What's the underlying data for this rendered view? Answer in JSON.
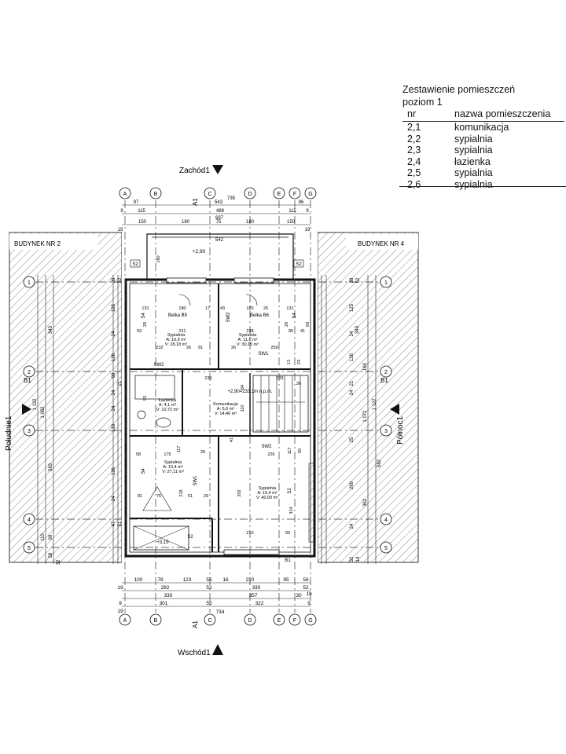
{
  "legend": {
    "title": "Zestawienie pomieszczeń",
    "subtitle": "poziom 1",
    "col_nr": "nr",
    "col_name": "nazwa pomieszczenia",
    "rows": [
      {
        "nr": "2,1",
        "name": "komunikacja"
      },
      {
        "nr": "2,2",
        "name": "sypialnia"
      },
      {
        "nr": "2,3",
        "name": "sypialnia"
      },
      {
        "nr": "2,4",
        "name": "łazienka"
      },
      {
        "nr": "2,5",
        "name": "sypialnia"
      },
      {
        "nr": "2,6",
        "name": "sypialnia"
      }
    ]
  },
  "orientation": {
    "top": "Zachód1",
    "bottom": "Wschód1",
    "left": "Południe1",
    "right": "Północ1"
  },
  "neighbors": {
    "left": "BUDYNEK NR 2",
    "right": "BUDYNEK NR 4"
  },
  "axes_letters": [
    "A",
    "B",
    "C",
    "D",
    "E",
    "F",
    "G"
  ],
  "axes_numbers": [
    "1",
    "2",
    "3",
    "4",
    "5"
  ],
  "section_marks": {
    "a1": "A1",
    "b1": "B1"
  },
  "top_dims": {
    "row1": [
      "97",
      "543",
      "96"
    ],
    "row1_total": "735",
    "row2": [
      "115",
      "488",
      "115"
    ],
    "row2_small": [
      "9",
      "9"
    ],
    "row2_total": "697",
    "row3": [
      "150",
      "180",
      "75",
      "180",
      "150"
    ],
    "row3_small": [
      "19",
      "19"
    ],
    "balcony": "542"
  },
  "bottom_dims": {
    "row1": [
      "100",
      "78",
      "123",
      "55",
      "16",
      "210",
      "95",
      "56"
    ],
    "row2": [
      "282",
      "52",
      "330",
      "52"
    ],
    "row2_small": [
      "19",
      "19"
    ],
    "row3": [
      "330",
      "357",
      "30"
    ],
    "row3_small": [
      "9",
      "9"
    ],
    "row4": [
      "301",
      "55",
      "322"
    ],
    "row4_small": [
      "19"
    ],
    "total": "734"
  },
  "side_dims_left": [
    "38",
    "52",
    "343",
    "125",
    "24",
    "126",
    "98",
    "21",
    "1 122",
    "1 062",
    "24",
    "24",
    "583",
    "133",
    "126",
    "24",
    "47",
    "51",
    "99",
    "110",
    "58",
    "32"
  ],
  "side_dims_right": [
    "38",
    "52",
    "343",
    "125",
    "24",
    "126",
    "160",
    "21",
    "1 122",
    "1 072",
    "24",
    "25",
    "582",
    "269",
    "362",
    "24",
    "32",
    "14"
  ],
  "rooms": [
    {
      "id": "r22",
      "name": "Sypialnia",
      "area": "A: 10,9 m²",
      "volume": "V: 28,18 m³"
    },
    {
      "id": "r23",
      "name": "Sypialnia",
      "area": "A: 11,6 m²",
      "volume": "V: 30,15 m³"
    },
    {
      "id": "r24",
      "name": "Łazienka",
      "area": "A: 4,1 m²",
      "volume": "V: 10,72 m³"
    },
    {
      "id": "r21",
      "name": "Komunikacja",
      "area": "A: 5,6 m²",
      "volume": "V: 14,46 m³"
    },
    {
      "id": "r25",
      "name": "Sypialnia",
      "area": "A: 10,4 m²",
      "volume": "V: 27,11 m³"
    },
    {
      "id": "r26",
      "name": "Sypialnia",
      "area": "A: 15,4 m²",
      "volume": "V: 40,00 m³"
    }
  ],
  "annotations": {
    "level_top": "+2,90",
    "level_stair": "+2,90=233,1m n.p.m.",
    "level_bottom": "+3,15",
    "beam_b5": "Belka B5",
    "beam_b6": "Belka B6",
    "s2": "S2",
    "s4": "S4",
    "sw1": "SW1",
    "sw2": "SW2",
    "b1": "B1"
  },
  "inner_dims": [
    "131",
    "180",
    "17",
    "43",
    "180",
    "26",
    "131",
    "211",
    "238",
    "232",
    "26",
    "91",
    "26",
    "259",
    "235",
    "233",
    "58",
    "175",
    "117",
    "226",
    "81",
    "76",
    "218",
    "51",
    "202",
    "314",
    "210",
    "99",
    "160",
    "93",
    "20",
    "20",
    "95",
    "41",
    "13",
    "23",
    "110",
    "84",
    "93",
    "117",
    "55",
    "26",
    "41",
    "29",
    "93",
    "26"
  ]
}
